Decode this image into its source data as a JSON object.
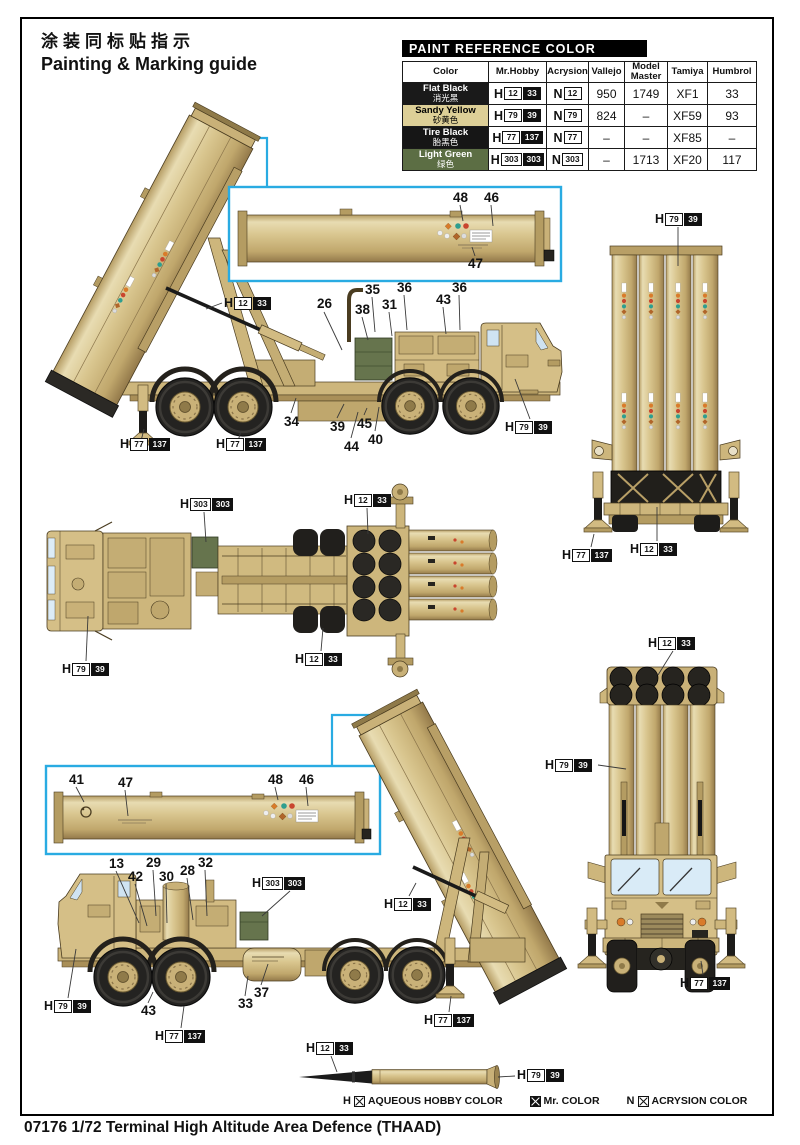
{
  "page": {
    "title_cn": "涂装同标贴指示",
    "title_en": "Painting & Marking guide"
  },
  "footer": {
    "text": "07176 1/72  Terminal High Altitude Area Defence (THAAD)"
  },
  "legend": {
    "h_prefix": "H",
    "n_prefix": "N",
    "aqueous": "AQUEOUS HOBBY COLOR",
    "mr_color": "Mr. COLOR",
    "acrysion": "ACRYSION COLOR"
  },
  "paint_table": {
    "title": "PAINT  REFERENCE COLOR",
    "h_prefix": "H",
    "n_prefix": "N",
    "headers": [
      "Color",
      "Mr.Hobby",
      "Acrysion",
      "Vallejo",
      "Model Master",
      "Tamiya",
      "Humbrol"
    ],
    "rows": [
      {
        "name": "Flat Black",
        "name_cn": "消光黑",
        "swatch": "#1a1a1a",
        "text_color": "#ffffff",
        "hobby_h": "12",
        "hobby_mr": "33",
        "acrysion": "12",
        "vallejo": "950",
        "model_master": "1749",
        "tamiya": "XF1",
        "humbrol": "33"
      },
      {
        "name": "Sandy Yellow",
        "name_cn": "砂黄色",
        "swatch": "#ddcf97",
        "text_color": "#000000",
        "hobby_h": "79",
        "hobby_mr": "39",
        "acrysion": "79",
        "vallejo": "824",
        "model_master": "–",
        "tamiya": "XF59",
        "humbrol": "93"
      },
      {
        "name": "Tire Black",
        "name_cn": "胎黑色",
        "swatch": "#161616",
        "text_color": "#ffffff",
        "hobby_h": "77",
        "hobby_mr": "137",
        "acrysion": "77",
        "vallejo": "–",
        "model_master": "–",
        "tamiya": "XF85",
        "humbrol": "–"
      },
      {
        "name": "Light Green",
        "name_cn": "绿色",
        "swatch": "#5c6e44",
        "text_color": "#ffffff",
        "hobby_h": "303",
        "hobby_mr": "303",
        "acrysion": "303",
        "vallejo": "–",
        "model_master": "1713",
        "tamiya": "XF20",
        "humbrol": "117"
      }
    ]
  },
  "colors": {
    "accent_cyan": "#29abe2",
    "body_tan": "#d6c28d",
    "equipment_green": "#66744d",
    "tire_black": "#1e1c1a"
  },
  "chips": [
    {
      "p": "H",
      "a": "12",
      "b": "33"
    },
    {
      "p": "H",
      "a": "77",
      "b": "137"
    },
    {
      "p": "H",
      "a": "77",
      "b": "137"
    },
    {
      "p": "H",
      "a": "79",
      "b": "39"
    },
    {
      "p": "H",
      "a": "79",
      "b": "39"
    },
    {
      "p": "H",
      "a": "77",
      "b": "137"
    },
    {
      "p": "H",
      "a": "12",
      "b": "33"
    },
    {
      "p": "H",
      "a": "303",
      "b": "303"
    },
    {
      "p": "H",
      "a": "12",
      "b": "33"
    },
    {
      "p": "H",
      "a": "79",
      "b": "39"
    },
    {
      "p": "H",
      "a": "12",
      "b": "33"
    },
    {
      "p": "H",
      "a": "303",
      "b": "303"
    },
    {
      "p": "H",
      "a": "12",
      "b": "33"
    },
    {
      "p": "H",
      "a": "79",
      "b": "39"
    },
    {
      "p": "H",
      "a": "77",
      "b": "137"
    },
    {
      "p": "H",
      "a": "77",
      "b": "137"
    },
    {
      "p": "H",
      "a": "12",
      "b": "33"
    },
    {
      "p": "H",
      "a": "79",
      "b": "39"
    },
    {
      "p": "H",
      "a": "77",
      "b": "137"
    },
    {
      "p": "H",
      "a": "12",
      "b": "33"
    },
    {
      "p": "H",
      "a": "79",
      "b": "39"
    }
  ],
  "nums": [
    {
      "t": "26"
    },
    {
      "t": "38"
    },
    {
      "t": "35"
    },
    {
      "t": "31"
    },
    {
      "t": "36"
    },
    {
      "t": "43"
    },
    {
      "t": "36"
    },
    {
      "t": "34"
    },
    {
      "t": "39"
    },
    {
      "t": "44"
    },
    {
      "t": "45"
    },
    {
      "t": "40"
    },
    {
      "t": "48"
    },
    {
      "t": "46"
    },
    {
      "t": "47"
    },
    {
      "t": "41"
    },
    {
      "t": "47"
    },
    {
      "t": "48"
    },
    {
      "t": "46"
    },
    {
      "t": "13"
    },
    {
      "t": "42"
    },
    {
      "t": "29"
    },
    {
      "t": "30"
    },
    {
      "t": "28"
    },
    {
      "t": "32"
    },
    {
      "t": "43"
    },
    {
      "t": "33"
    },
    {
      "t": "37"
    }
  ]
}
